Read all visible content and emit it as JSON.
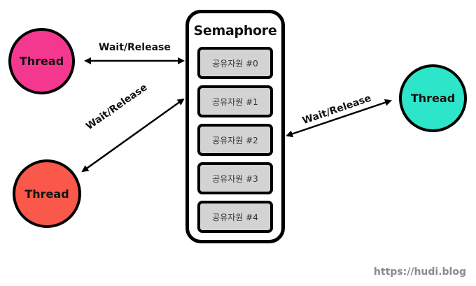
{
  "semaphore": {
    "title": "Semaphore",
    "resources": [
      {
        "label": "공유자원 #0"
      },
      {
        "label": "공유자원 #1"
      },
      {
        "label": "공유자원 #2"
      },
      {
        "label": "공유자원 #3"
      },
      {
        "label": "공유자원 #4"
      }
    ]
  },
  "threads": [
    {
      "label": "Thread",
      "color": "#f5388f"
    },
    {
      "label": "Thread",
      "color": "#f9584a"
    },
    {
      "label": "Thread",
      "color": "#2de5c9"
    }
  ],
  "arrows": [
    {
      "label": "Wait/Release"
    },
    {
      "label": "Wait/Release"
    },
    {
      "label": "Wait/Release"
    }
  ],
  "watermark": "https://hudi.blog"
}
